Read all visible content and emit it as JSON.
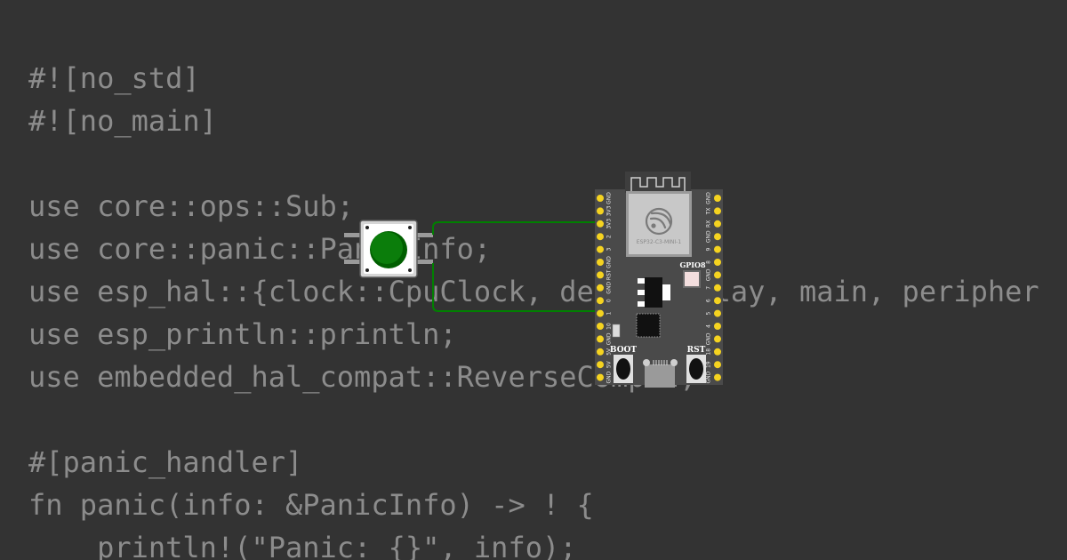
{
  "code": {
    "lines": [
      "#![no_std]",
      "#![no_main]",
      "",
      "use core::ops::Sub;",
      "use core::panic::PanicInfo;",
      "use esp_hal::{clock::CpuClock, delay::Delay, main, peripherals};",
      "use esp_println::println;",
      "use embedded_hal_compat::ReverseCompat;",
      "",
      "#[panic_handler]",
      "fn panic(info: &PanicInfo) -> ! {",
      "    println!(\"Panic: {}\", info);"
    ]
  },
  "board": {
    "module_label": "ESP32-C3-MINI-1",
    "led_label": "GPIO8",
    "boot_label": "BOOT",
    "rst_label": "RST",
    "left_pins": [
      "GND",
      "3V3",
      "3V3",
      "2",
      "3",
      "GND",
      "RST",
      "GND",
      "0",
      "1",
      "10",
      "GND",
      "5V",
      "5V",
      "GND"
    ],
    "right_pins": [
      "GND",
      "TX",
      "RX",
      "GND",
      "9",
      "8",
      "GND",
      "7",
      "6",
      "5",
      "4",
      "GND",
      "18",
      "19",
      "GND"
    ]
  },
  "colors": {
    "background": "#333333",
    "code_text": "#8c8c8c",
    "board": "#4a4a4a",
    "wire": "#008000",
    "pin": "#f5d320",
    "button_cap": "#0b7d0b"
  }
}
